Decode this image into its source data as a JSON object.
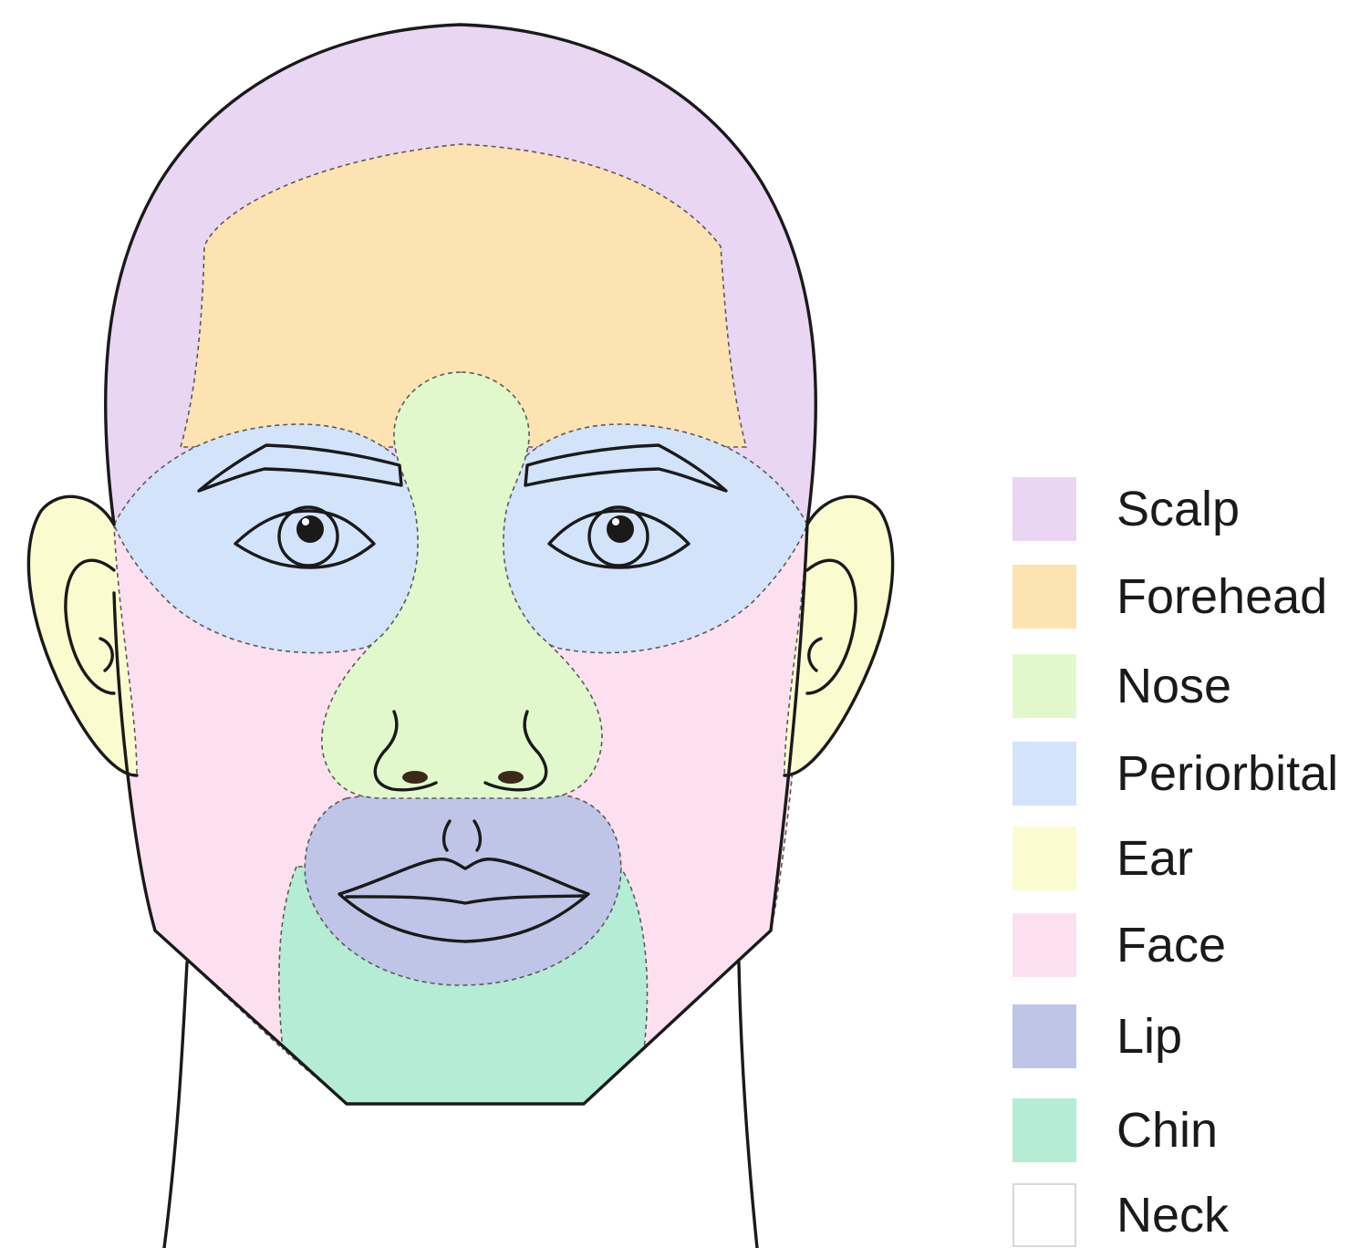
{
  "legend": [
    {
      "label": "Scalp",
      "color": "#e8d6f3"
    },
    {
      "label": "Forehead",
      "color": "#fde3b1"
    },
    {
      "label": "Nose",
      "color": "#e1f8cc"
    },
    {
      "label": "Periorbital",
      "color": "#d2e3fa"
    },
    {
      "label": "Ear",
      "color": "#fbfbd0"
    },
    {
      "label": "Face",
      "color": "#fde0ef"
    },
    {
      "label": "Lip",
      "color": "#bec5e7"
    },
    {
      "label": "Chin",
      "color": "#b5ecd5"
    },
    {
      "label": "Neck",
      "color": "#ffffff"
    }
  ]
}
